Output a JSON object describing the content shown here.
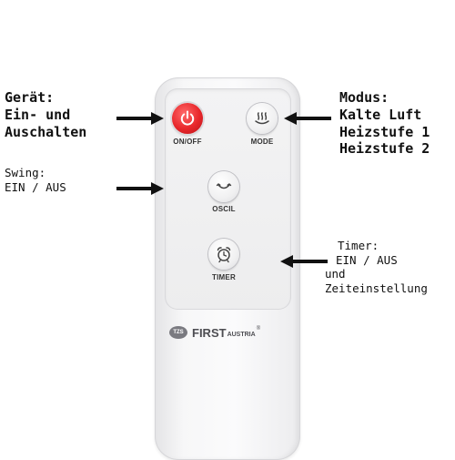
{
  "remote": {
    "buttons": {
      "power": {
        "label": "ON/OFF",
        "icon": "power-icon",
        "color": "#e8272b"
      },
      "mode": {
        "label": "MODE",
        "icon": "heat-waves-icon"
      },
      "oscil": {
        "label": "OSCIL",
        "icon": "oscillation-icon"
      },
      "timer": {
        "label": "TIMER",
        "icon": "alarm-clock-icon"
      }
    },
    "brand": {
      "badge": "TZS",
      "name": "FIRST",
      "sub": "AUSTRIA",
      "mark": "®"
    }
  },
  "captions": {
    "device": [
      "Gerät:",
      "Ein- und",
      "Auschalten"
    ],
    "modus": [
      "Modus:",
      "Kalte Luft",
      "Heizstufe 1",
      "Heizstufe 2"
    ],
    "swing": [
      "Swing:",
      "EIN / AUS"
    ],
    "timer": [
      "Timer:",
      "EIN / AUS",
      "und",
      "Zeiteinstellung"
    ]
  }
}
